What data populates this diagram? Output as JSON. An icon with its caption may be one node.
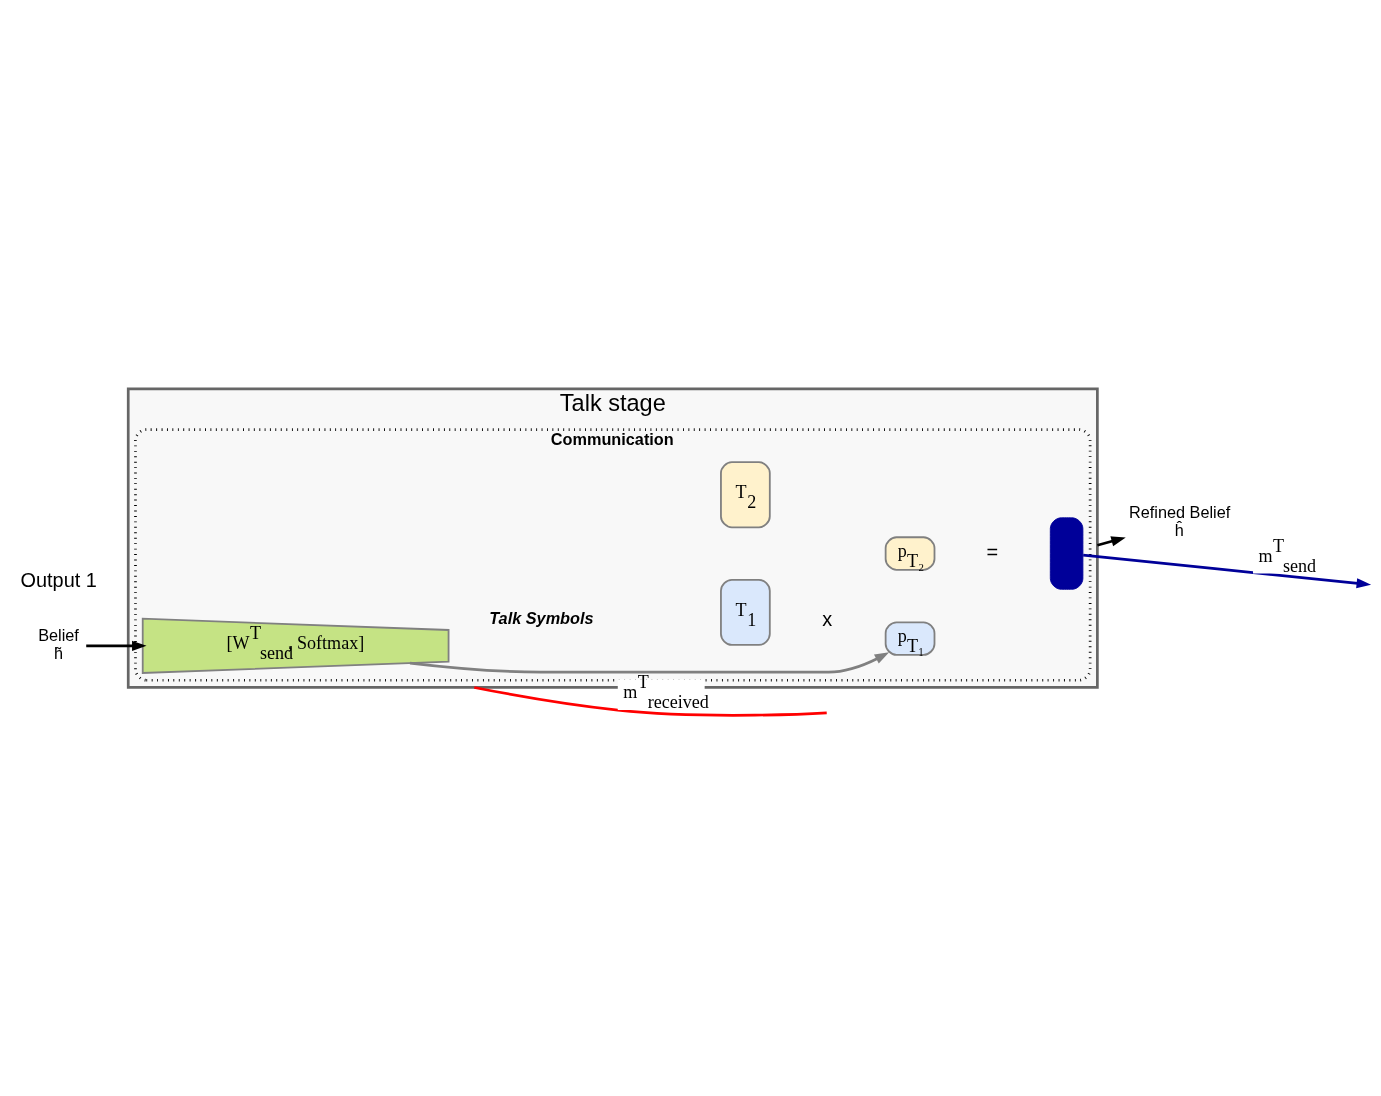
{
  "diagram": {
    "nodes": [
      {
        "text": [
          "Talk stage"
        ]
      },
      {
        "text": [
          "Communication"
        ],
        "in": 0
      },
      {
        "text": [
          "[W$^{T}$$_{send}$, Softmax]"
        ],
        "in": 1
      },
      {
        "text": [
          "T$_{1}$"
        ],
        "in": 1
      },
      {
        "text": [
          "T$_{2}$"
        ],
        "in": 1
      },
      {
        "text": [
          "p$_{T₁}$"
        ],
        "in": 1
      },
      {
        "text": [
          "p$_{T₂}$"
        ],
        "in": 1
      },
      {
        "text": [],
        "shape": "box",
        "in": 1
      },
      {
        "text": [
          "Belief",
          "h̃"
        ]
      },
      {
        "text": [
          "Refined Belief",
          "ĥ"
        ]
      }
    ],
    "edges": [
      {
        "from": 8,
        "to": 2,
        "arrow": "to"
      },
      {
        "from": 2,
        "to": 5,
        "arrow": "to",
        "color": "#808080"
      },
      {
        "from": 0,
        "to": 9,
        "arrow": "to"
      },
      {
        "from": 7,
        "to": null,
        "arrow": "to",
        "label": "m$^{T}$$_{send}$",
        "color": "#000099"
      },
      {
        "from": 0,
        "to": null,
        "arrow": "none",
        "label": "m$^{T}$$_{received}$",
        "color": "#ff0000"
      }
    ],
    "labels": [
      "Talk Symbols",
      "x",
      "=",
      "Output 1"
    ]
  }
}
